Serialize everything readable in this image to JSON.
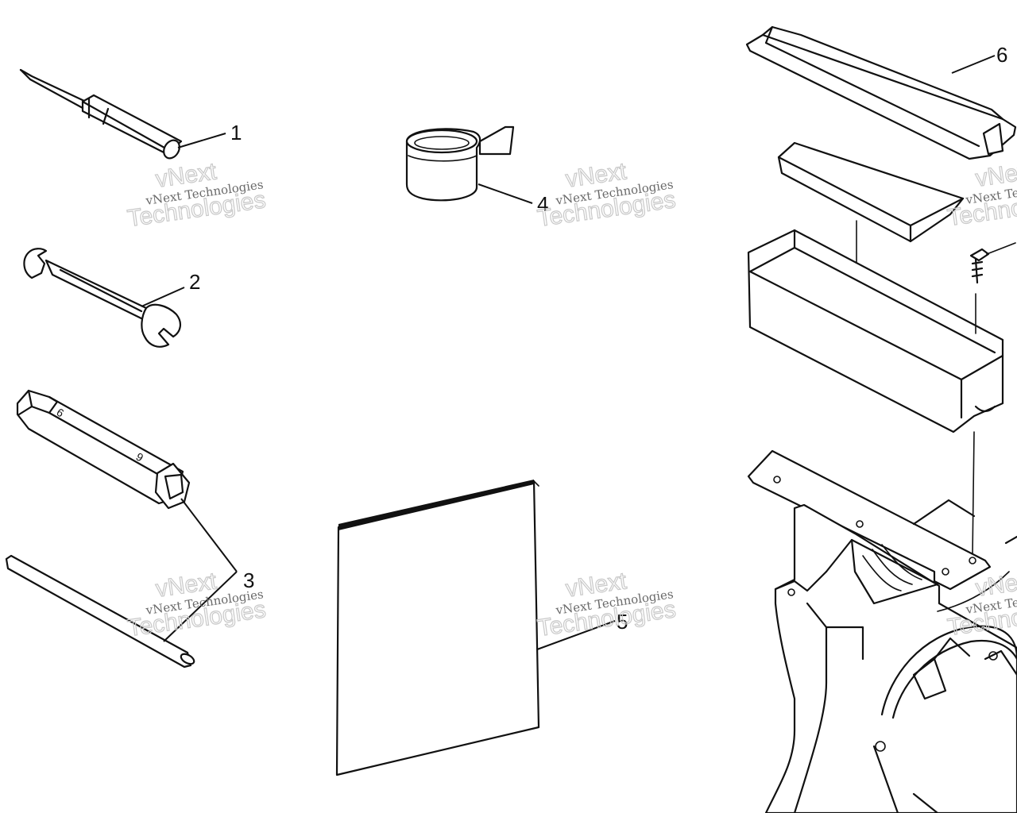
{
  "callouts": {
    "c1": "1",
    "c2": "2",
    "c3": "3",
    "c4": "4",
    "c5": "5",
    "c6": "6"
  },
  "watermark": {
    "line": "vNext Technologies",
    "big_a": "vNext",
    "big_b": "Technologies"
  }
}
